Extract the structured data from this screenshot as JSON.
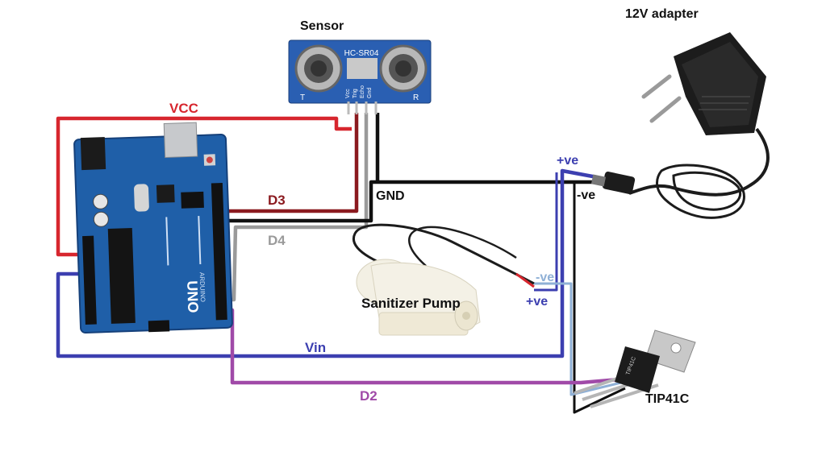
{
  "labels": {
    "sensor_title": "Sensor",
    "sensor_model": "HC-SR04",
    "sensor_t": "T",
    "sensor_r": "R",
    "sensor_pins": [
      "Vcc",
      "Trig",
      "Echo",
      "Gnd"
    ],
    "adapter_title": "12V adapter",
    "vcc": "VCC",
    "d3": "D3",
    "d4": "D4",
    "gnd": "GND",
    "vin": "Vin",
    "d2": "D2",
    "plus_ve_top": "+ve",
    "minus_ve_top": "-ve",
    "minus_ve_pump": "-ve",
    "plus_ve_pump": "+ve",
    "pump_title": "Sanitizer Pump",
    "transistor_title": "TIP41C",
    "arduino_logo": "UNO",
    "arduino_text": "ARDUINO",
    "transistor_marking": "TIP41C"
  },
  "colors": {
    "vcc": "#d7262e",
    "d3": "#8b1a1f",
    "d4": "#9a9a9a",
    "gnd": "#111111",
    "vin": "#3c3fb0",
    "d2": "#a04aa8",
    "pump_neg": "#8fb0d6",
    "board": "#1f5fa8",
    "sensor": "#2a5fb2"
  }
}
